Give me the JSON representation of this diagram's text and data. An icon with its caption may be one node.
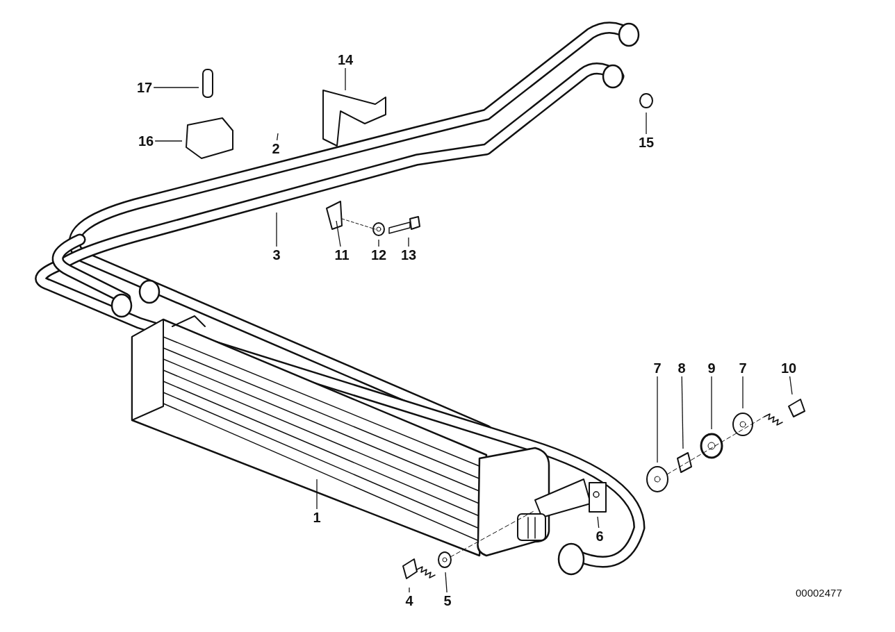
{
  "diagram": {
    "nodes": [
      {
        "text": [
          "17"
        ]
      },
      {
        "text": [
          "16"
        ]
      },
      {
        "text": [
          "14"
        ]
      },
      {
        "text": [
          "15"
        ]
      },
      {
        "text": [
          "2"
        ]
      },
      {
        "text": [
          "3"
        ]
      },
      {
        "text": [
          "11"
        ]
      },
      {
        "text": [
          "12"
        ]
      },
      {
        "text": [
          "13"
        ]
      },
      {
        "text": [
          "1"
        ]
      },
      {
        "text": [
          "4"
        ]
      },
      {
        "text": [
          "5"
        ]
      },
      {
        "text": [
          "6"
        ]
      },
      {
        "text": [
          "7"
        ]
      },
      {
        "text": [
          "8"
        ]
      },
      {
        "text": [
          "9"
        ]
      },
      {
        "text": [
          "7"
        ]
      },
      {
        "text": [
          "10"
        ]
      }
    ],
    "edges": [
      {
        "from": 0,
        "to": null,
        "arrow": "none"
      },
      {
        "from": 1,
        "to": null,
        "arrow": "none"
      },
      {
        "from": 2,
        "to": null,
        "arrow": "none"
      },
      {
        "from": 3,
        "to": null,
        "arrow": "none"
      },
      {
        "from": 4,
        "to": null,
        "arrow": "none"
      },
      {
        "from": 5,
        "to": null,
        "arrow": "none"
      },
      {
        "from": 6,
        "to": null,
        "arrow": "none"
      },
      {
        "from": 7,
        "to": null,
        "arrow": "none"
      },
      {
        "from": 8,
        "to": null,
        "arrow": "none"
      },
      {
        "from": 9,
        "to": null,
        "arrow": "none"
      },
      {
        "from": 10,
        "to": null,
        "arrow": "none"
      },
      {
        "from": 11,
        "to": null,
        "arrow": "none"
      },
      {
        "from": 12,
        "to": null,
        "arrow": "none"
      },
      {
        "from": 13,
        "to": null,
        "arrow": "none"
      },
      {
        "from": 14,
        "to": null,
        "arrow": "none"
      },
      {
        "from": 15,
        "to": null,
        "arrow": "none"
      },
      {
        "from": 16,
        "to": null,
        "arrow": "none"
      },
      {
        "from": 17,
        "to": null,
        "arrow": "none"
      }
    ],
    "labels": [
      "00002477"
    ]
  }
}
